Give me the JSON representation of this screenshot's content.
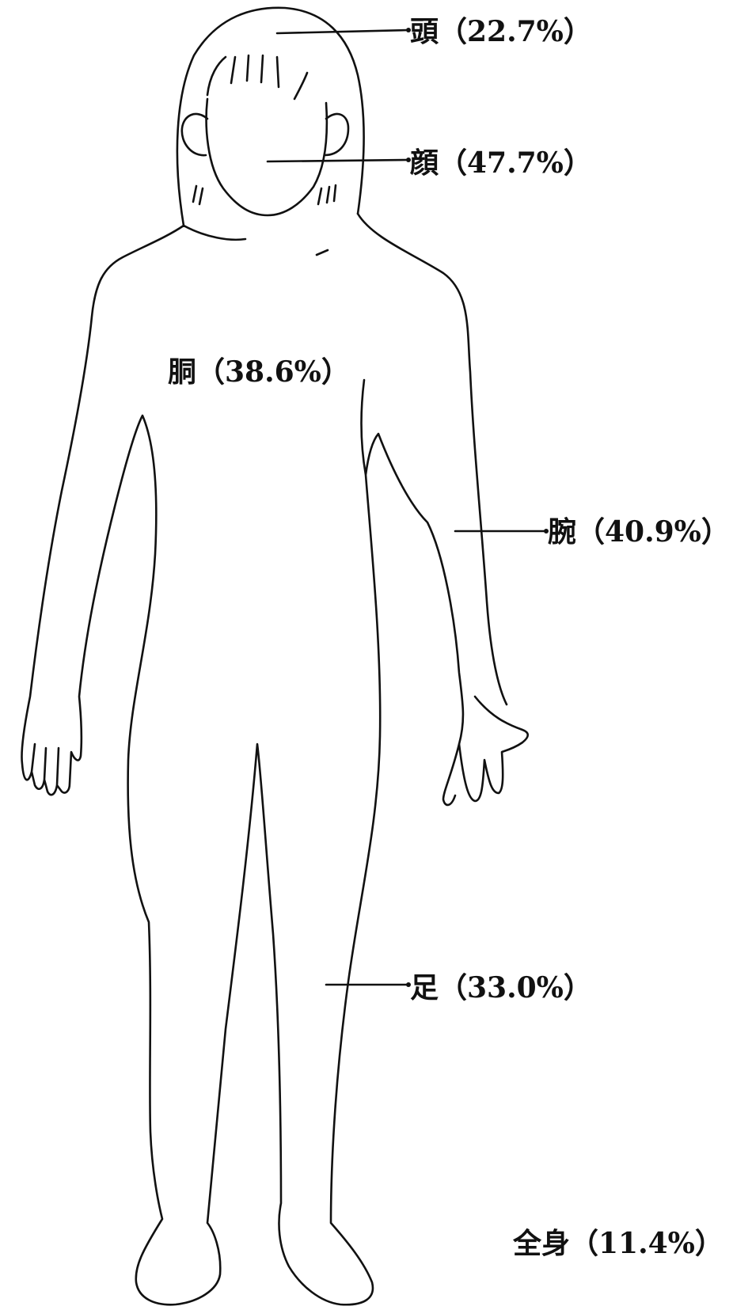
{
  "labels": {
    "head": {
      "text": "頭（22.7%）",
      "part": "頭",
      "percent": 22.7
    },
    "face": {
      "text": "顔（47.7%）",
      "part": "顔",
      "percent": 47.7
    },
    "torso": {
      "text": "胴（38.6%）",
      "part": "胴",
      "percent": 38.6
    },
    "arm": {
      "text": "腕（40.9%）",
      "part": "腕",
      "percent": 40.9
    },
    "leg": {
      "text": "足（33.0%）",
      "part": "足",
      "percent": 33.0
    },
    "whole": {
      "text": "全身（11.4%）",
      "part": "全身",
      "percent": 11.4
    }
  },
  "colors": {
    "line": "#111111",
    "background": "#ffffff"
  }
}
